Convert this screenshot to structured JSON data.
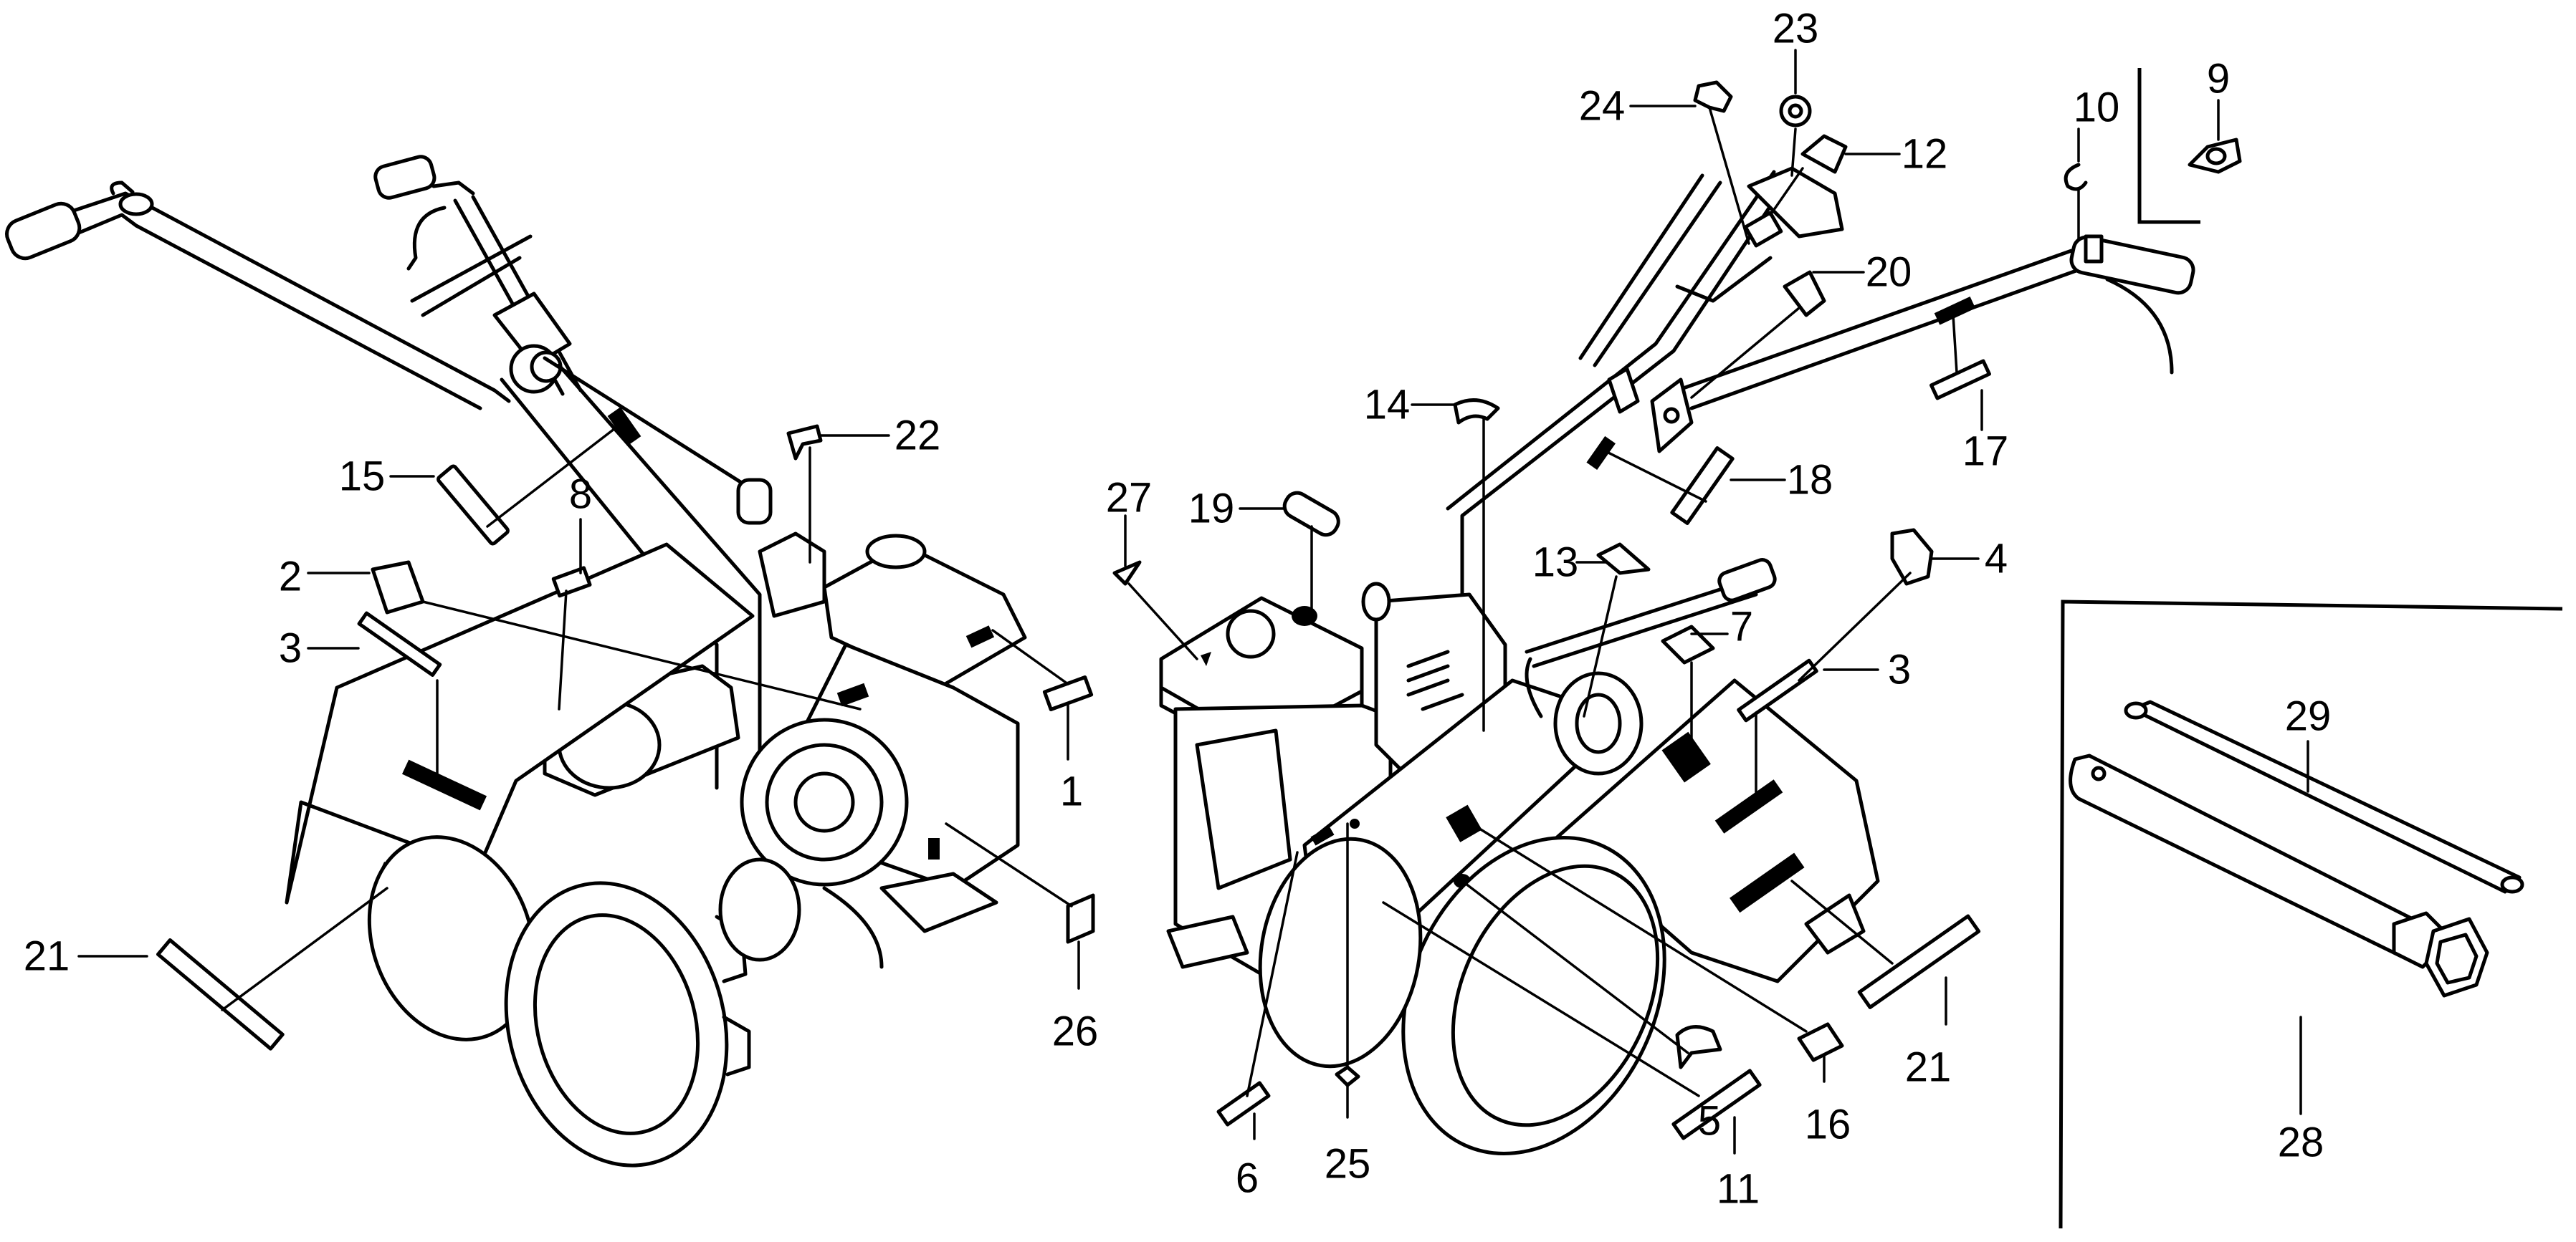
{
  "diagram": {
    "subject": "Tiller label/decal exploded parts diagram",
    "callouts": [
      "1",
      "2",
      "3",
      "3",
      "4",
      "5",
      "6",
      "7",
      "8",
      "9",
      "10",
      "11",
      "12",
      "13",
      "14",
      "15",
      "16",
      "17",
      "18",
      "19",
      "20",
      "21",
      "21",
      "22",
      "23",
      "24",
      "25",
      "26",
      "27",
      "28",
      "29"
    ],
    "parts": {
      "p1": "1",
      "p2": "2",
      "p3a": "3",
      "p3b": "3",
      "p4": "4",
      "p5": "5",
      "p6": "6",
      "p7": "7",
      "p8": "8",
      "p9": "9",
      "p10": "10",
      "p11": "11",
      "p12": "12",
      "p13": "13",
      "p14": "14",
      "p15": "15",
      "p16": "16",
      "p17": "17",
      "p18": "18",
      "p19": "19",
      "p20": "20",
      "p21a": "21",
      "p21b": "21",
      "p22": "22",
      "p23": "23",
      "p24": "24",
      "p25": "25",
      "p26": "26",
      "p27": "27",
      "p28": "28",
      "p29": "29"
    },
    "insets": {
      "tools": {
        "items": [
          "28",
          "29"
        ],
        "item_names": [
          "spark plug wrench",
          "wrench handle bar"
        ]
      },
      "washer": {
        "items": [
          "9"
        ]
      }
    },
    "colors": {
      "ink": "#000000",
      "paper": "#ffffff"
    }
  }
}
